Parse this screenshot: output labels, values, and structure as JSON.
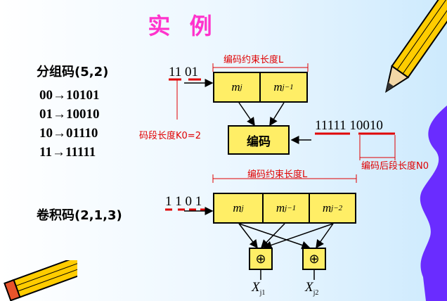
{
  "title": "实 例",
  "block_code": {
    "heading": "分组码(5,2)",
    "mappings": [
      {
        "input": "00",
        "output": "10101"
      },
      {
        "input": "01",
        "output": "10010"
      },
      {
        "input": "10",
        "output": "01110"
      },
      {
        "input": "11",
        "output": "11111"
      }
    ],
    "arrow": "→"
  },
  "encoder_diagram": {
    "input_bits": "11 01",
    "constraint_label": "编码约束长度L",
    "register_cells": [
      "m",
      "m"
    ],
    "register_subscripts": [
      "j",
      "j−1"
    ],
    "encoder_label": "编码",
    "output_bits": "11111 10010",
    "k0_label": "码段长度K0=2",
    "n0_label": "编码后段长度N0"
  },
  "conv_code": {
    "heading": "卷积码(2,1,3)",
    "input_bits": "1 1 0 1",
    "constraint_label": "编码约束长度L",
    "register_cells": [
      "m",
      "m",
      "m"
    ],
    "register_subscripts": [
      "j",
      "j−1",
      "j−2"
    ],
    "xor_symbol": "⊕",
    "outputs": [
      {
        "symbol": "X",
        "subscript": "j1"
      },
      {
        "symbol": "X",
        "subscript": "j2"
      }
    ]
  },
  "colors": {
    "title": "#ff33cc",
    "box_fill": "#ffee66",
    "red": "#e00000",
    "wave": "#6a2cff"
  },
  "icons": [
    "pencil-icon"
  ]
}
